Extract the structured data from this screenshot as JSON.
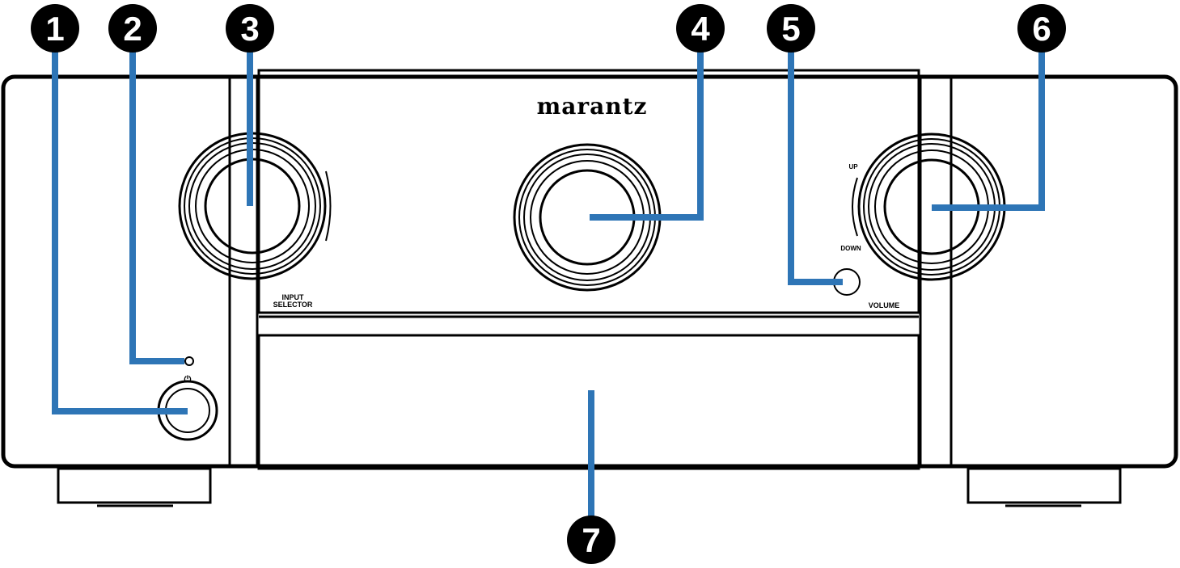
{
  "brand": "marantz",
  "labels": {
    "input_selector_line1": "INPUT",
    "input_selector_line2": "SELECTOR",
    "volume": "VOLUME",
    "volume_up": "UP",
    "volume_down": "DOWN",
    "power_symbol": "⏻"
  },
  "callouts": [
    "1",
    "2",
    "3",
    "4",
    "5",
    "6",
    "7"
  ],
  "colors": {
    "callout_line": "#2e75b6",
    "callout_badge": "#000000",
    "device_stroke": "#000000"
  }
}
